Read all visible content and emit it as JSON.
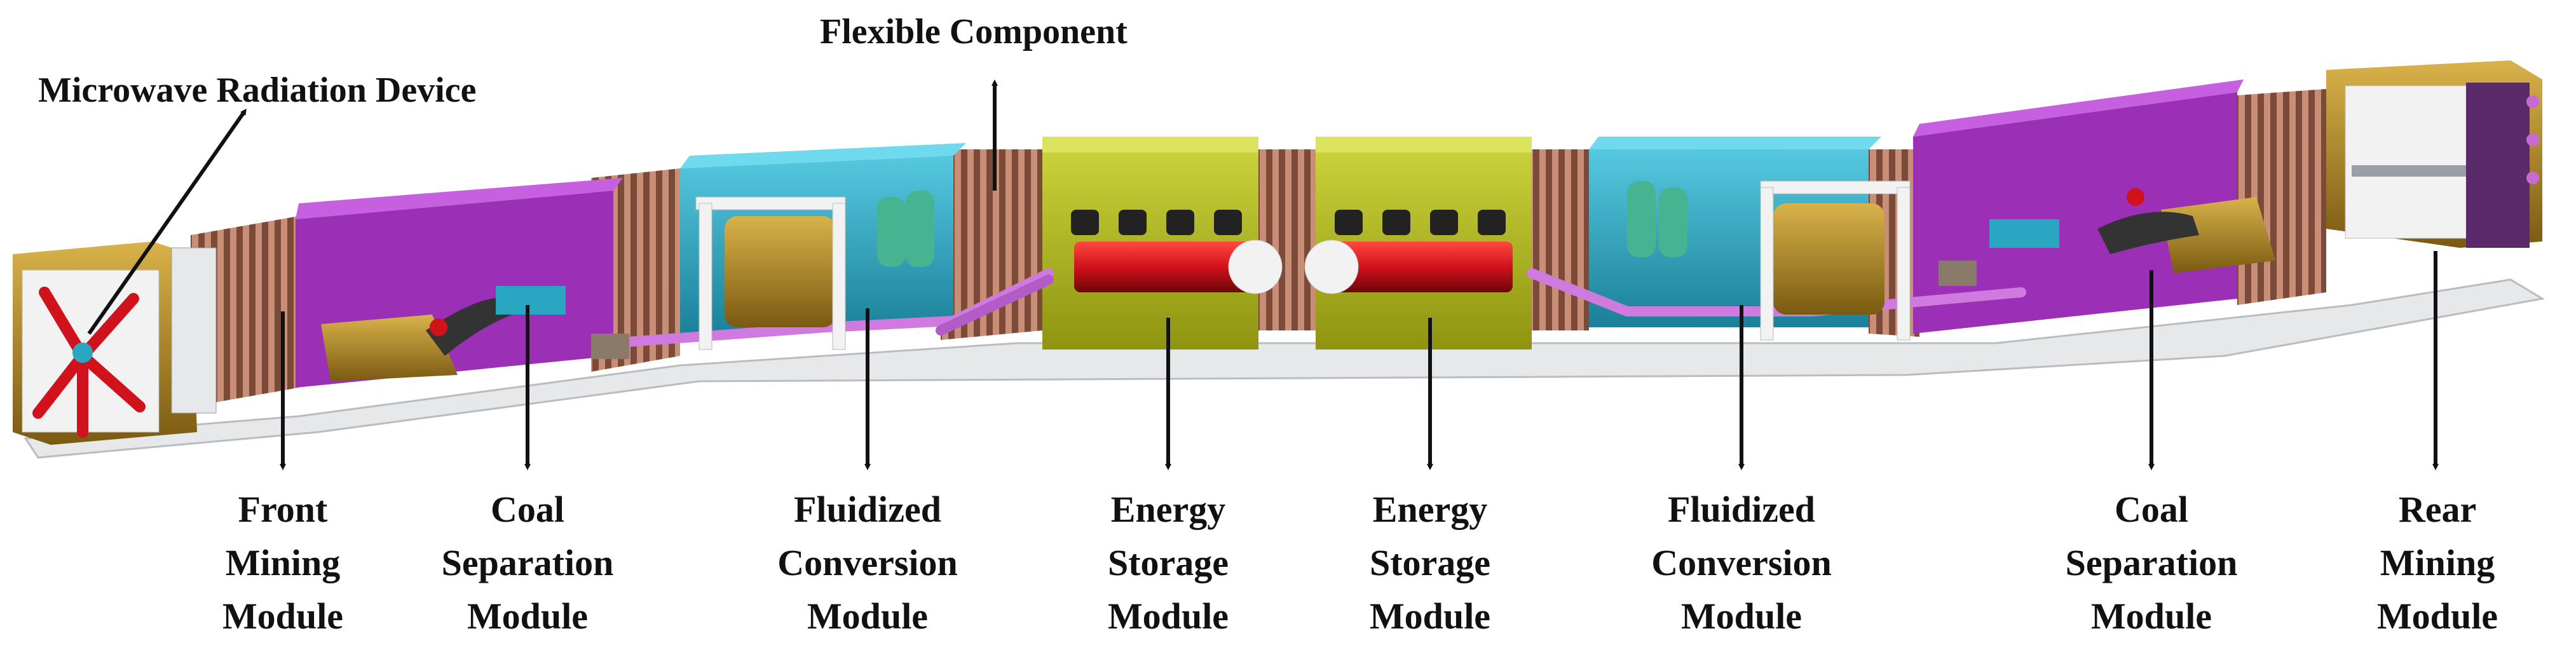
{
  "callouts": {
    "microwave": "Microwave Radiation Device",
    "flexible": "Flexible Component"
  },
  "modules": [
    {
      "id": "front-mining",
      "lines": [
        "Front",
        "Mining",
        "Module"
      ]
    },
    {
      "id": "coal-separation-1",
      "lines": [
        "Coal",
        "Separation",
        "Module"
      ]
    },
    {
      "id": "fluidized-conversion-1",
      "lines": [
        "Fluidized",
        "Conversion",
        "Module"
      ]
    },
    {
      "id": "energy-storage-1",
      "lines": [
        "Energy",
        "Storage",
        "Module"
      ]
    },
    {
      "id": "energy-storage-2",
      "lines": [
        "Energy",
        "Storage",
        "Module"
      ]
    },
    {
      "id": "fluidized-conversion-2",
      "lines": [
        "Fluidized",
        "Conversion",
        "Module"
      ]
    },
    {
      "id": "coal-separation-2",
      "lines": [
        "Coal",
        "Separation",
        "Module"
      ]
    },
    {
      "id": "rear-mining",
      "lines": [
        "Rear",
        "Mining",
        "Module"
      ]
    }
  ],
  "colors": {
    "purple": "#9b2fb5",
    "cyan": "#2aa6c2",
    "olive": "#b8c21f",
    "gold": "#b8902a",
    "red": "#d0121c",
    "copper": "#a8684e",
    "pink": "#c86ad4",
    "grey": "#9aa0a8"
  }
}
